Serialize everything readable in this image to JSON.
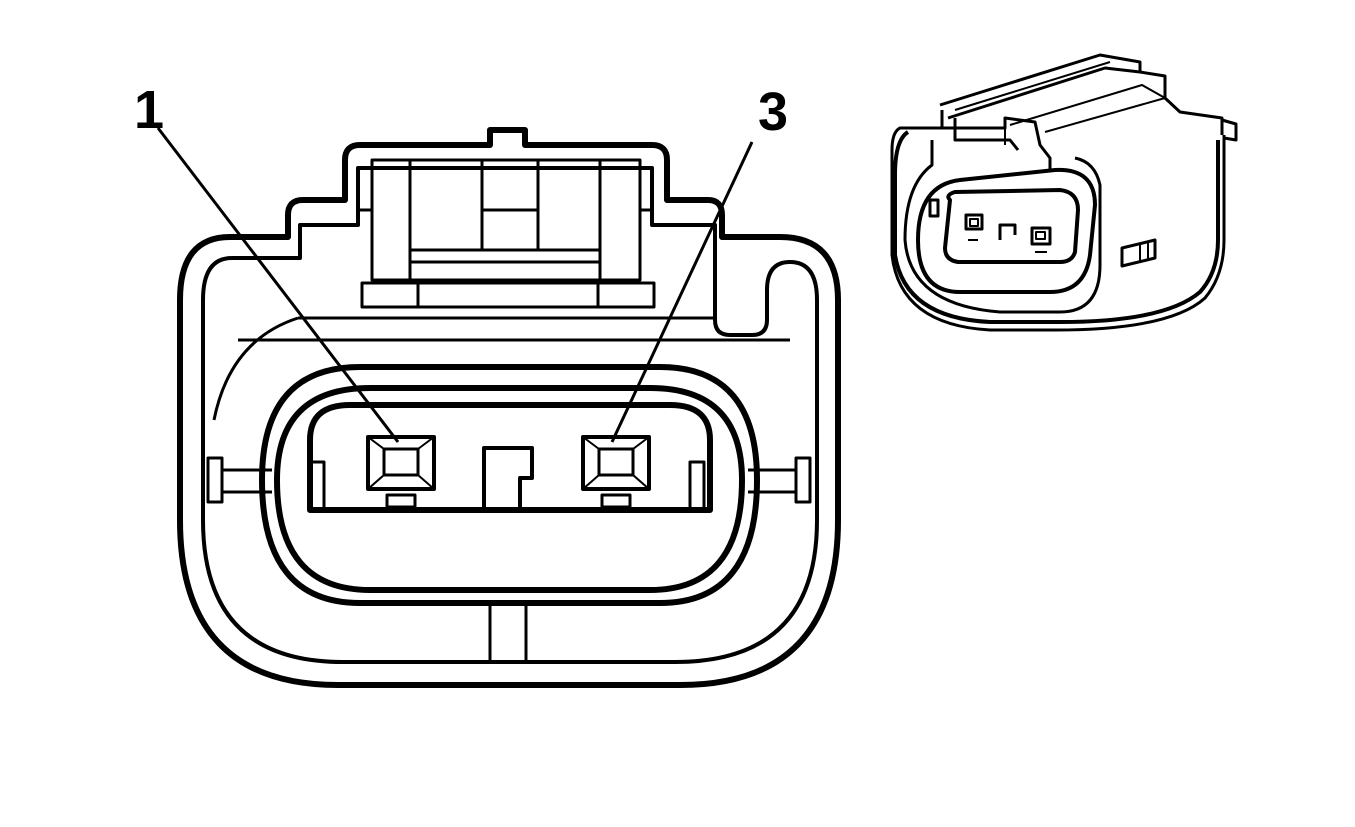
{
  "callouts": [
    {
      "id": "1",
      "label": "1"
    },
    {
      "id": "3",
      "label": "3"
    }
  ],
  "colors": {
    "line": "#000000",
    "background": "#ffffff"
  }
}
